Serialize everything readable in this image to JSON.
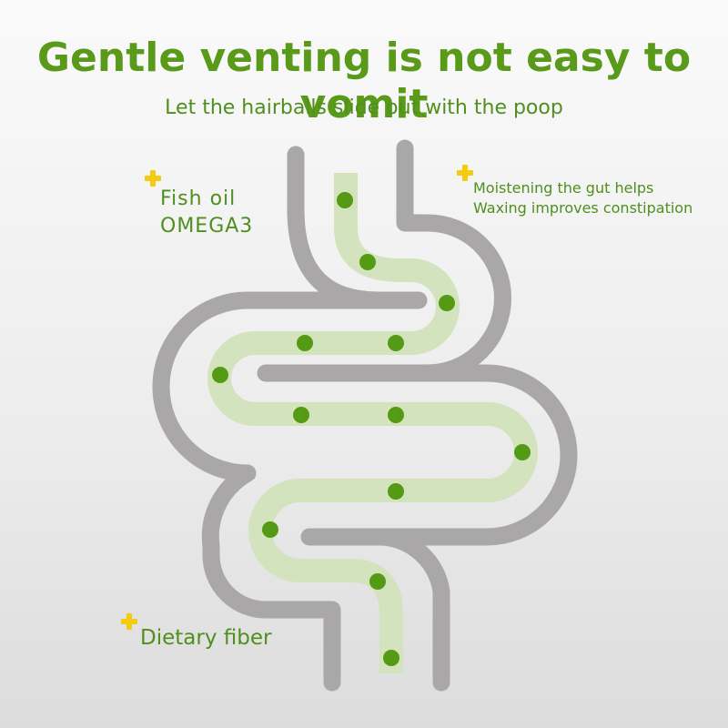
{
  "title": "Gentle venting is not easy to vomit",
  "subtitle": "Let the hairballs slide out with the poop",
  "benefits": {
    "fish_oil": {
      "line1": "Fish oil",
      "line2": "OMEGA3"
    },
    "moisten": {
      "line1": "Moistening the gut helps",
      "line2": "Waxing improves constipation"
    },
    "fiber": {
      "line1": "Dietary fiber"
    }
  },
  "colors": {
    "title_green": "#5a9a1a",
    "text_green": "#4f8f1e",
    "intestine_gray": "#a9a7a7",
    "path_green_light": "#d2e3bd",
    "dot_green": "#549a15",
    "plus_yellow": "#f3cc10"
  },
  "icons": {
    "benefit_marker": "plus-icon"
  }
}
